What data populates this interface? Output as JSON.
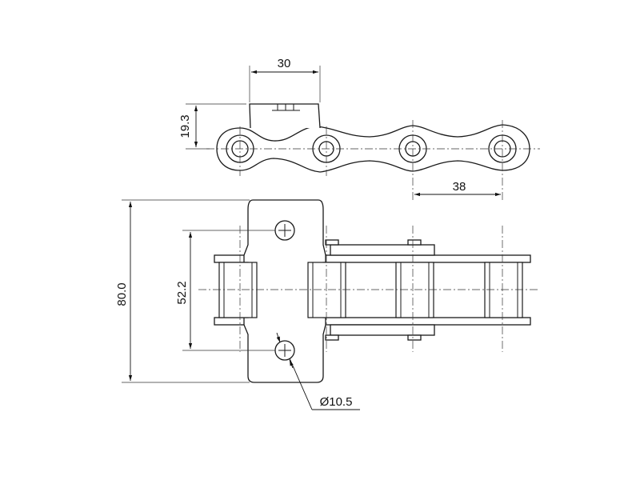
{
  "dimensions": {
    "pitch_attachment_width": "30",
    "attachment_height": "19.3",
    "chain_pitch": "38",
    "overall_width": "80.0",
    "hole_center_distance": "52.2",
    "hole_diameter": "Ø10.5"
  },
  "colors": {
    "line": "#1a1a1a",
    "background": "#ffffff"
  }
}
